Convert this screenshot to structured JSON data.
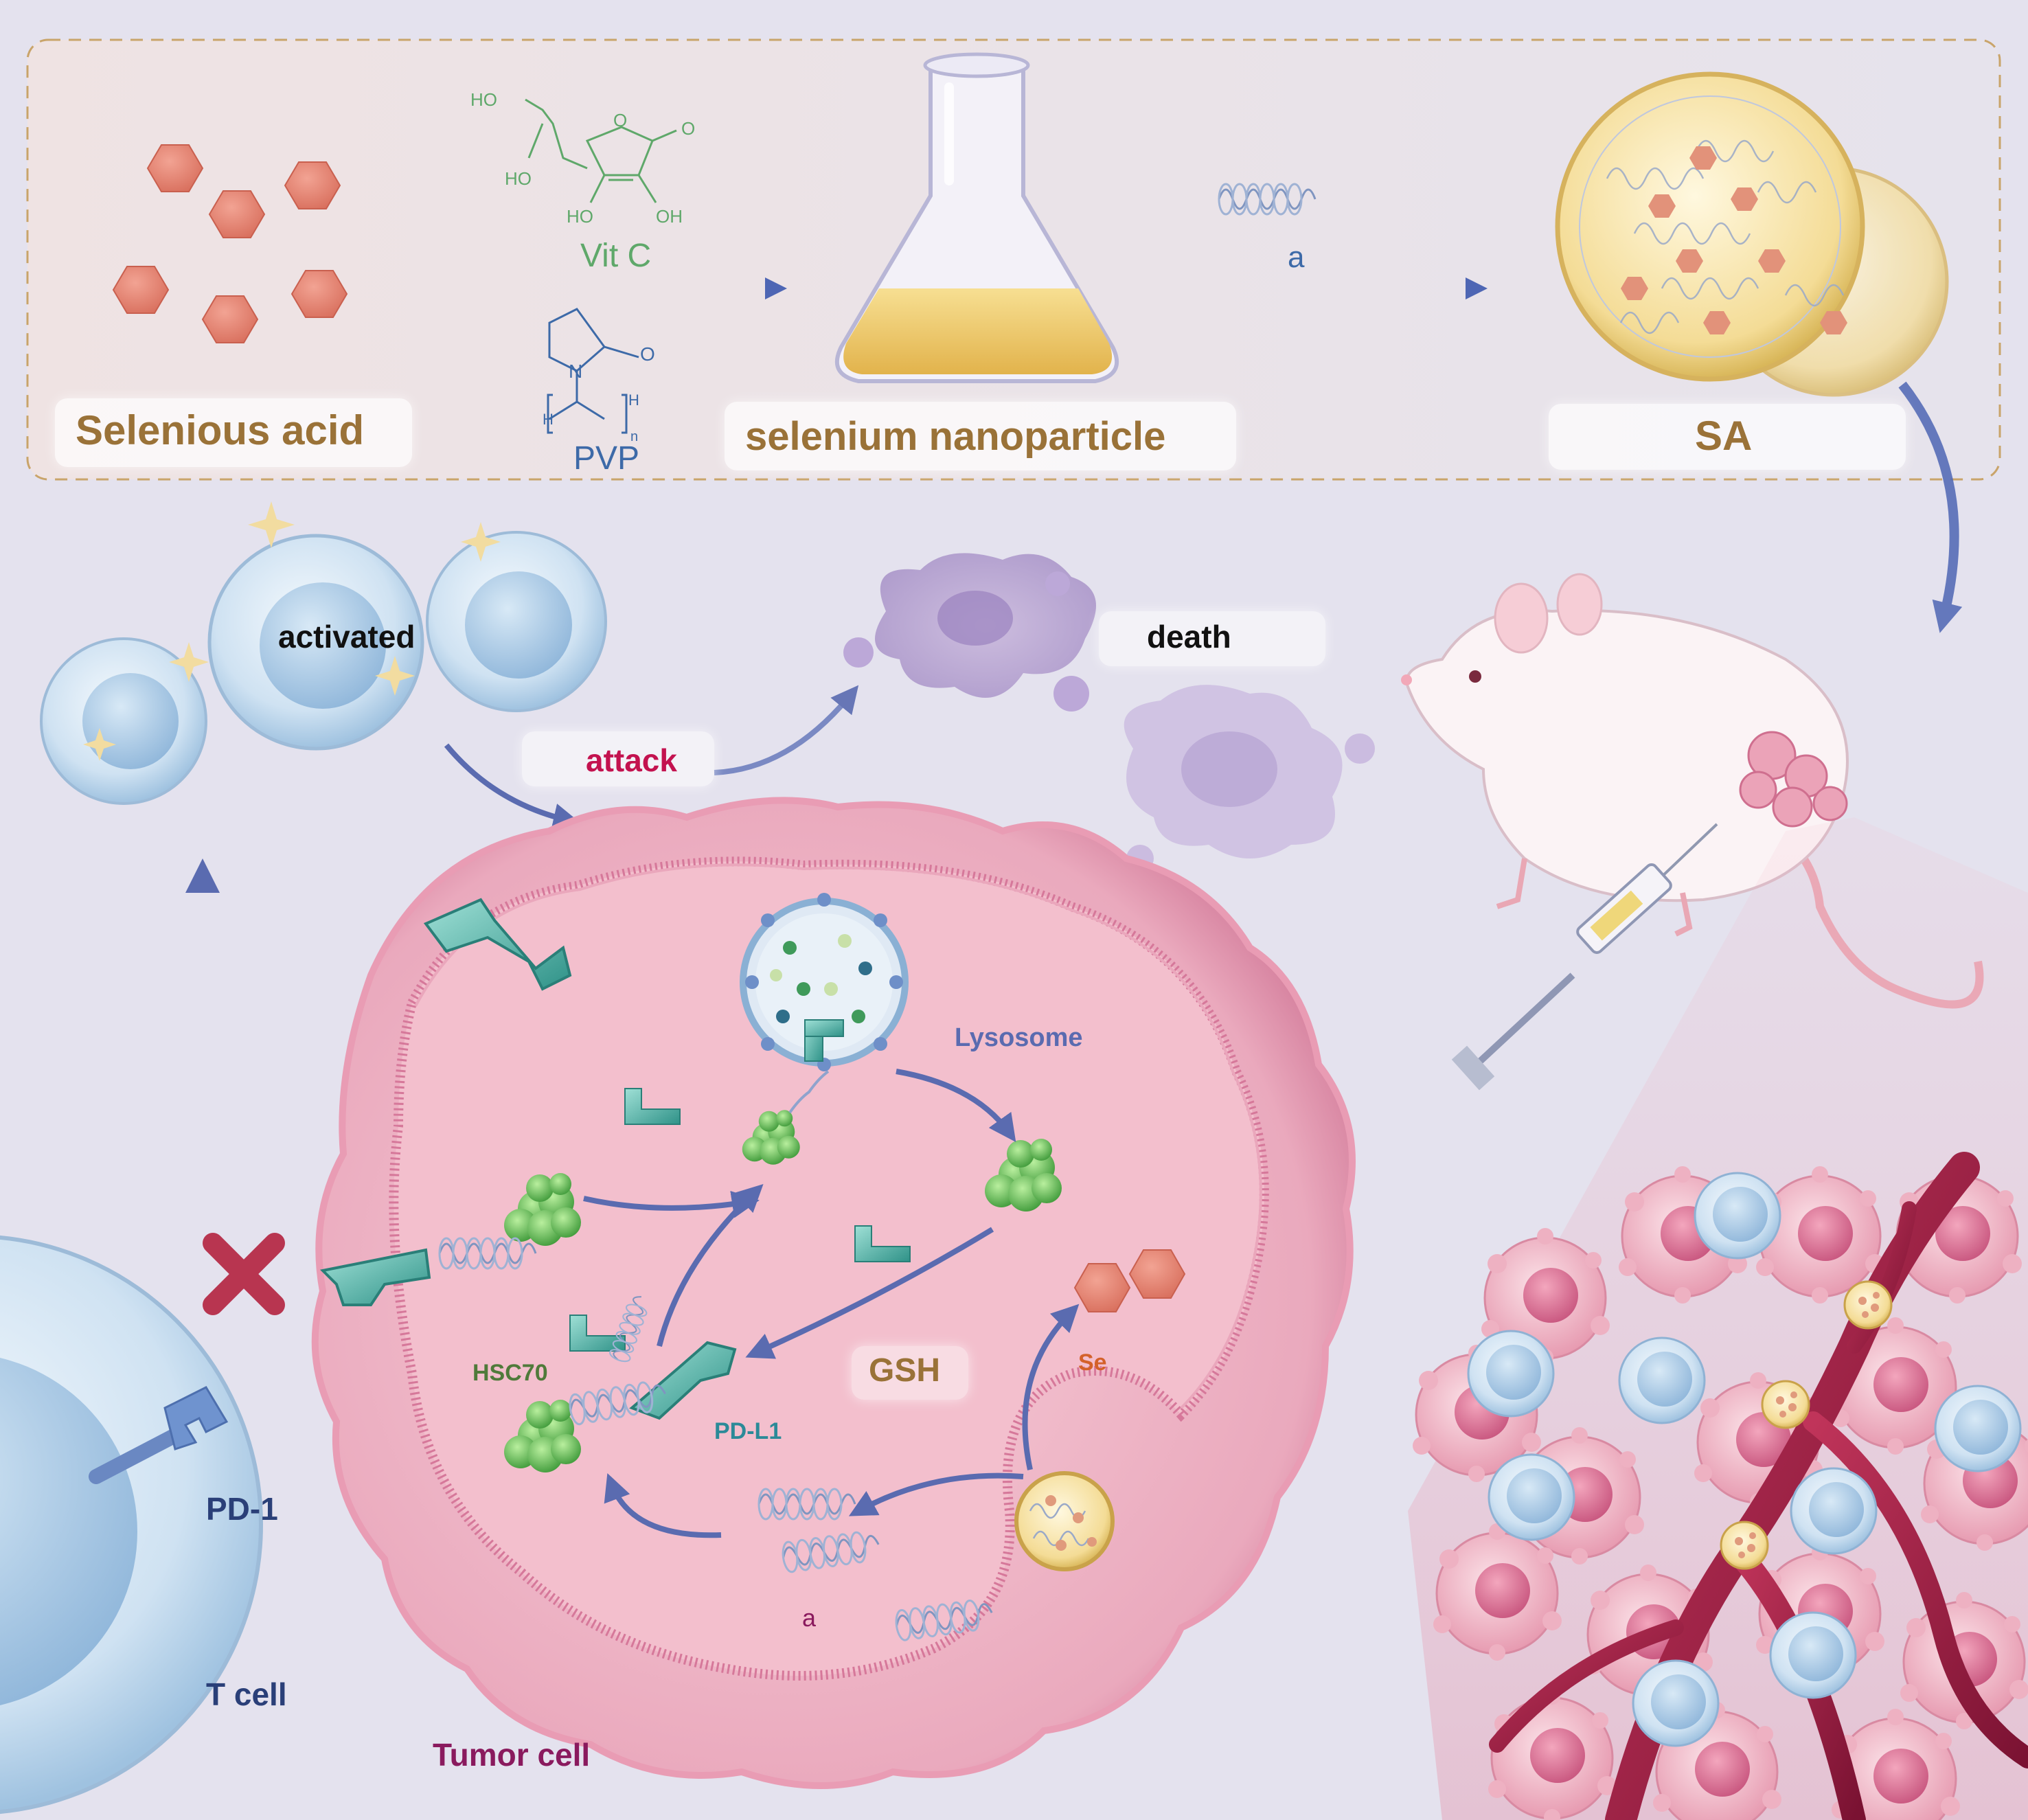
{
  "synthesis": {
    "precursor_label": "Selenious acid",
    "vitc_label": "Vit C",
    "vitc_struct_labels": [
      "HO",
      "HO",
      "HO",
      "OH",
      "O",
      "O"
    ],
    "pvp_struct_labels": [
      "N",
      "O",
      "H",
      "H",
      "n"
    ],
    "pvp_label": "PVP",
    "nanoparticle_label": "selenium nanoparticle",
    "aptamer_label": "a",
    "product_label": "SA"
  },
  "immune": {
    "activated_label": "activated",
    "attack_label": "attack",
    "death_label": "death"
  },
  "tumor": {
    "lysosome_label": "Lysosome",
    "hsc70_label": "HSC70",
    "pdl1_label": "PD-L1",
    "gsh_label": "GSH",
    "se_label": "Se",
    "aptamer_label": "a",
    "tumor_cell_label": "Tumor cell"
  },
  "tcell": {
    "pd1_label": "PD-1",
    "tcell_label": "T cell"
  },
  "colors": {
    "brown_label": "#9a7238",
    "arrow_blue": "#5a6bb0",
    "attack_red": "#c3124f",
    "teal_label": "#2b8a98",
    "green_label": "#4f7a3a",
    "orange_se": "#d4612a",
    "tumor_purple": "#8a1a5e",
    "navy": "#2a3f78"
  }
}
